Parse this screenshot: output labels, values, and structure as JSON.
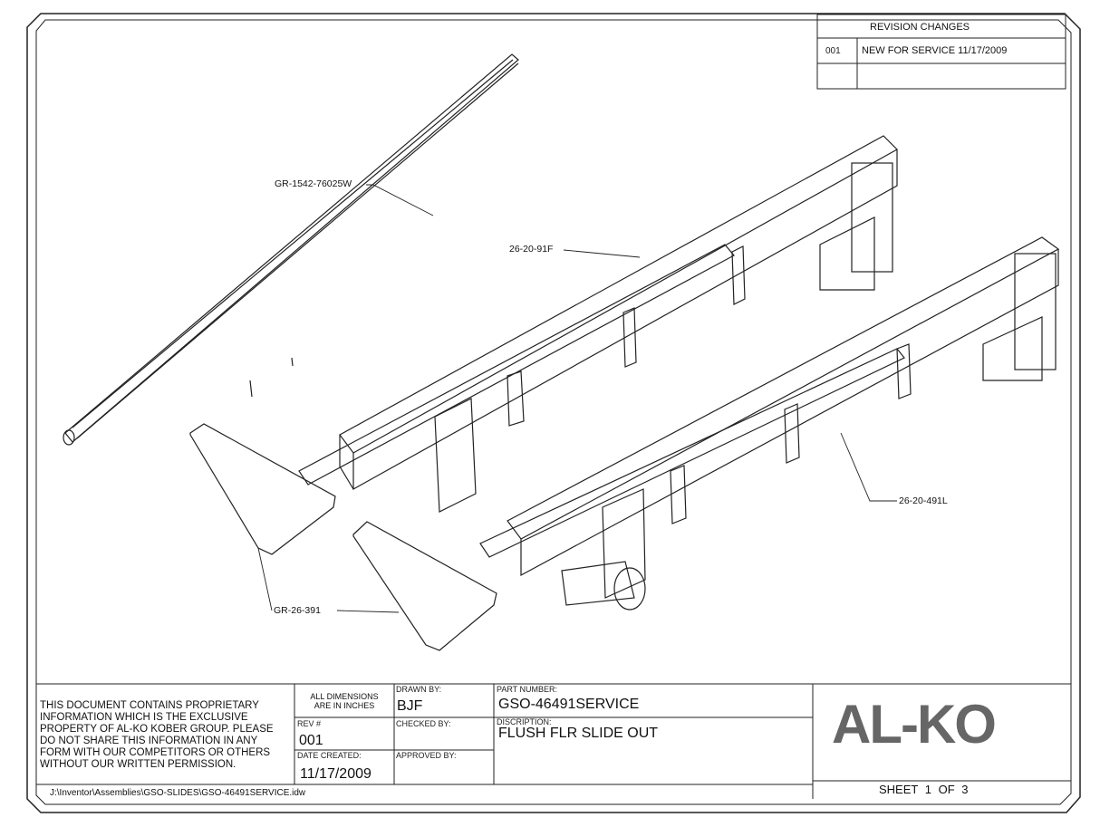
{
  "revision_table": {
    "title": "REVISION CHANGES",
    "rows": [
      {
        "rev": "001",
        "description": "NEW FOR SERVICE 11/17/2009"
      }
    ]
  },
  "callouts": {
    "rail": "GR-1542-76025W",
    "left_frame": "26-20-91F",
    "right_frame": "26-20-491L",
    "bracket": "GR-26-391"
  },
  "title_block": {
    "disclaimer": [
      "THIS DOCUMENT CONTAINS PROPRIETARY",
      "INFORMATION WHICH IS THE EXCLUSIVE",
      "PROPERTY OF AL-KO KOBER GROUP. PLEASE",
      "DO NOT SHARE THIS INFORMATION IN ANY",
      "FORM WITH OUR COMPETITORS OR OTHERS",
      "WITHOUT OUR WRITTEN PERMISSION."
    ],
    "dimensions_note": [
      "ALL DIMENSIONS",
      "ARE IN INCHES"
    ],
    "rev_label": "REV #",
    "rev_value": "001",
    "date_label": "DATE CREATED:",
    "date_value": "11/17/2009",
    "drawn_label": "DRAWN BY:",
    "drawn_value": "BJF",
    "checked_label": "CHECKED BY:",
    "approved_label": "APPROVED BY:",
    "part_label": "PART NUMBER:",
    "part_value": "GSO-46491SERVICE",
    "desc_label": "DISCRIPTION:",
    "desc_value": "FLUSH FLR SLIDE OUT",
    "logo": "AL-KO",
    "sheet": {
      "label": "SHEET",
      "current": "1",
      "of_label": "OF",
      "total": "3"
    },
    "file_path": "J:\\Inventor\\Assemblies\\GSO-SLIDES\\GSO-46491SERVICE.idw"
  }
}
